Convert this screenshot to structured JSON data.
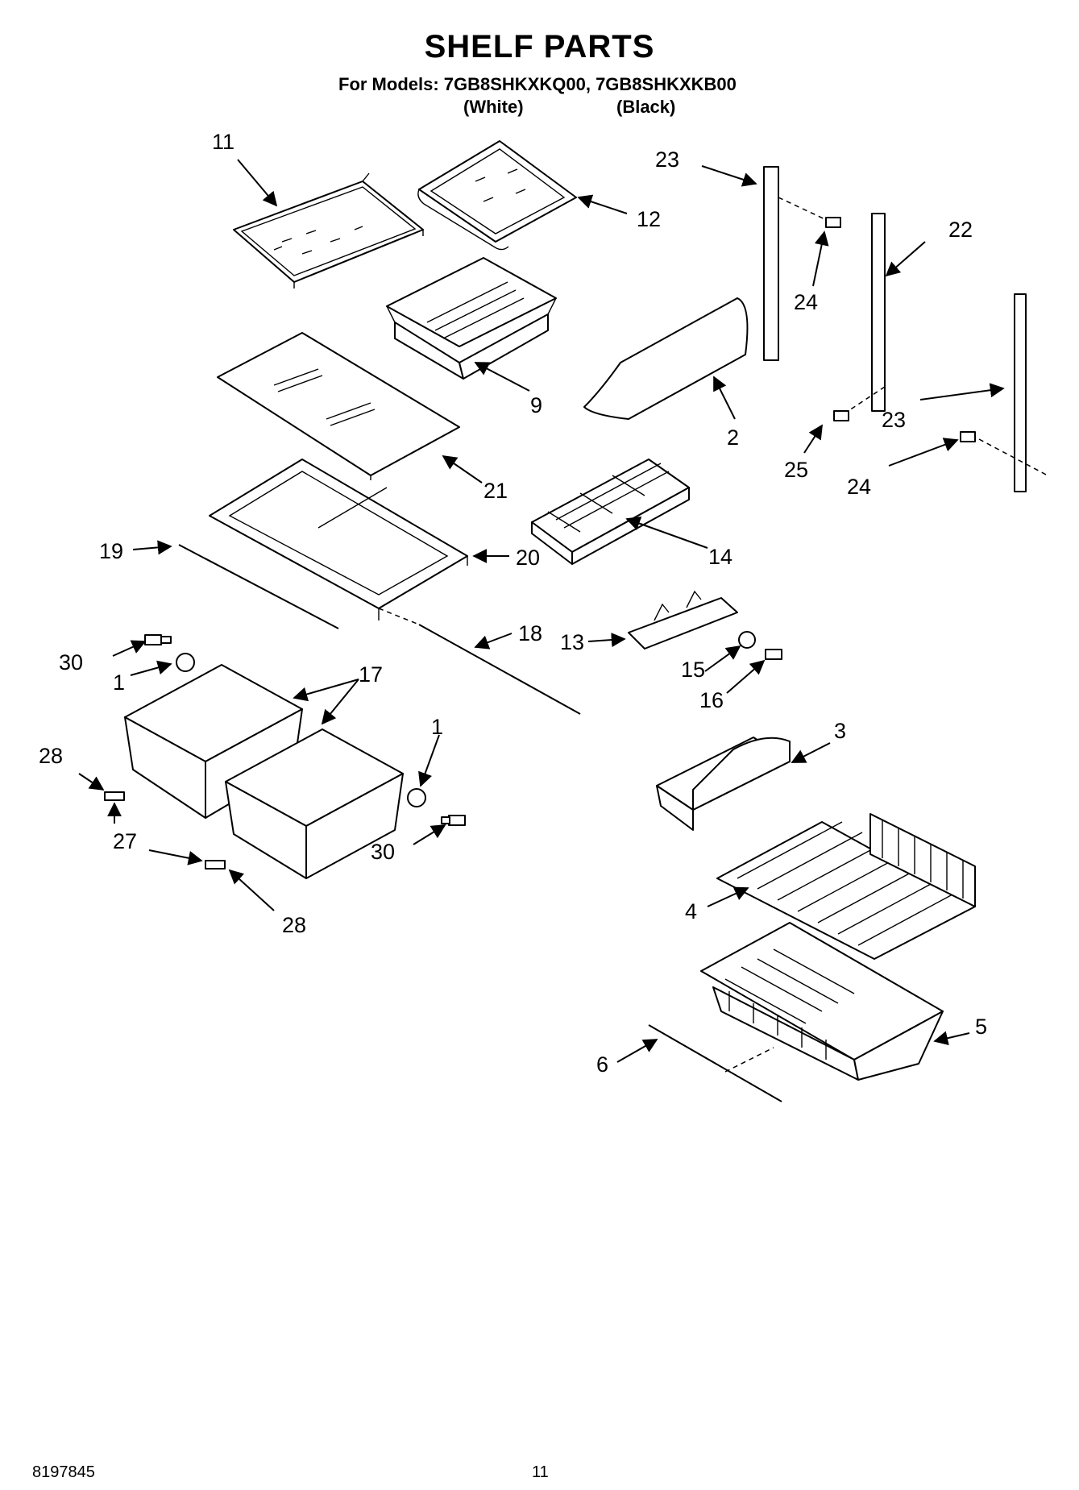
{
  "header": {
    "title": "SHELF PARTS",
    "models_line": "For Models: 7GB8SHKXKQ00, 7GB8SHKXKB00",
    "variant_white": "(White)",
    "variant_black": "(Black)"
  },
  "callouts": {
    "c1a": "1",
    "c1b": "1",
    "c2": "2",
    "c3": "3",
    "c4": "4",
    "c5": "5",
    "c6": "6",
    "c9": "9",
    "c11": "11",
    "c12": "12",
    "c13": "13",
    "c14": "14",
    "c15": "15",
    "c16": "16",
    "c17": "17",
    "c18": "18",
    "c19": "19",
    "c20": "20",
    "c21": "21",
    "c22": "22",
    "c23a": "23",
    "c23b": "23",
    "c24a": "24",
    "c24b": "24",
    "c25": "25",
    "c27": "27",
    "c28a": "28",
    "c28b": "28",
    "c30a": "30",
    "c30b": "30"
  },
  "footer": {
    "doc_number": "8197845",
    "page_number": "11"
  }
}
